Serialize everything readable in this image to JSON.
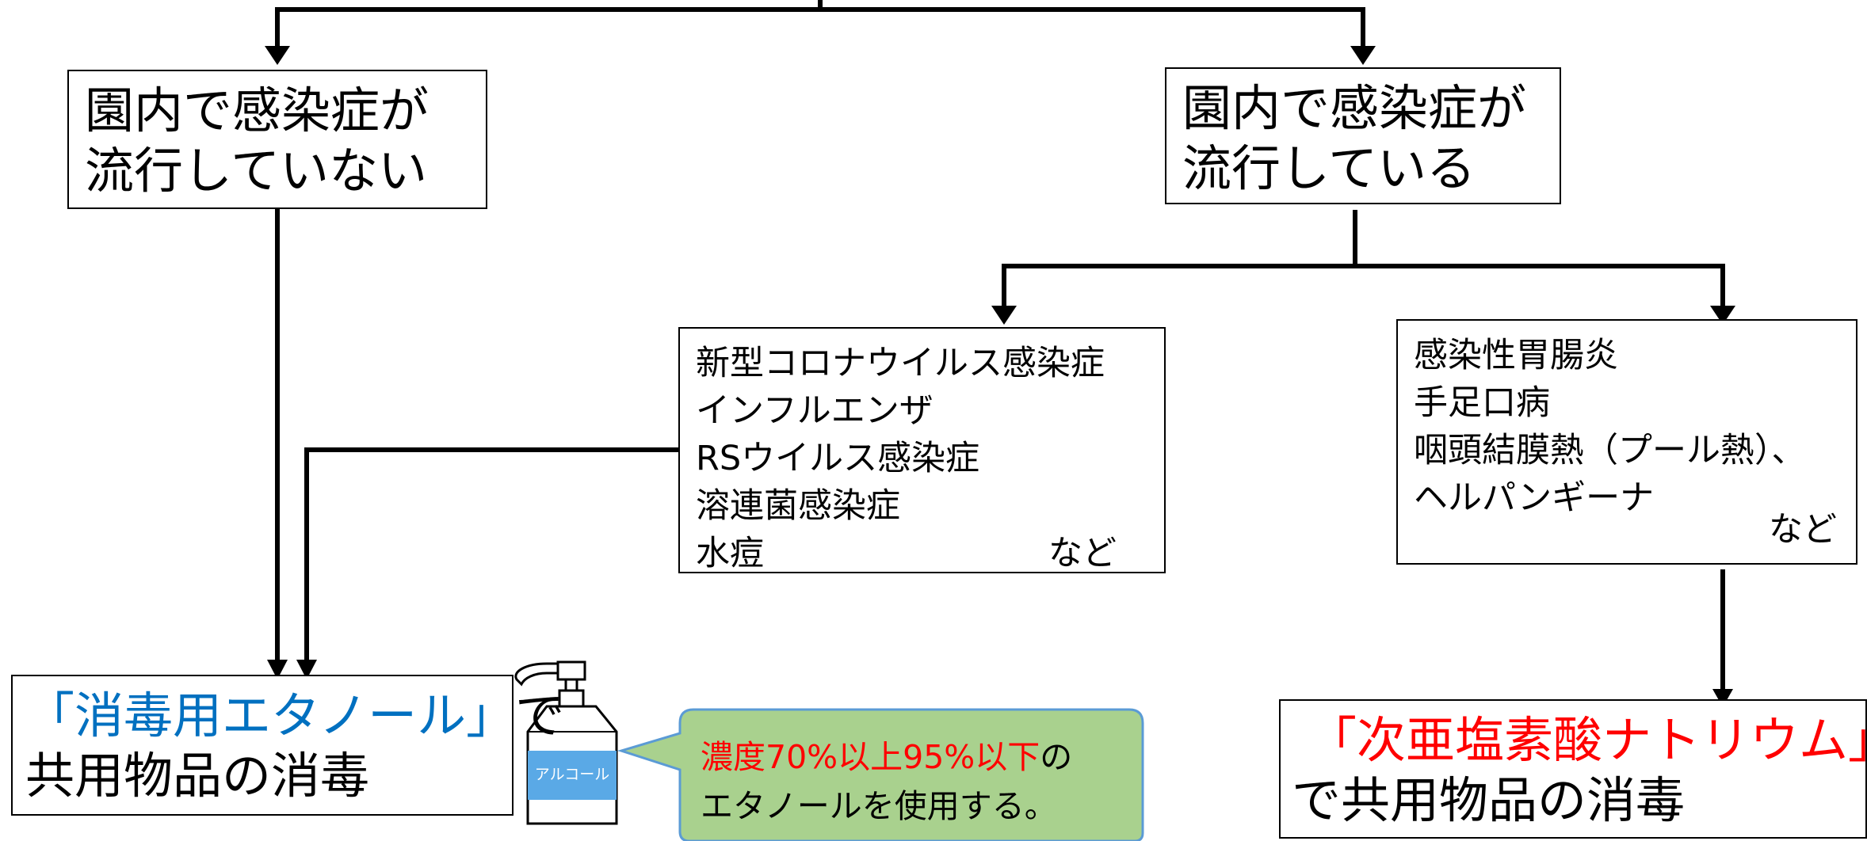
{
  "top_left": {
    "lines": [
      "園内で感染症が",
      "流行していない"
    ]
  },
  "top_right": {
    "lines": [
      "園内で感染症が",
      "流行している"
    ]
  },
  "group_a": {
    "items": [
      "新型コロナウイルス感染症",
      "インフルエンザ",
      "RSウイルス感染症",
      "溶連菌感染症",
      "水痘"
    ],
    "suffix": "など"
  },
  "group_b": {
    "items": [
      "感染性胃腸炎",
      "手足口病",
      "咽頭結膜熱（プール熱）、",
      "ヘルパンギーナ"
    ],
    "suffix": "など"
  },
  "result_ethanol": {
    "highlight": "「消毒用エタノール」",
    "tail": "で",
    "line2": "共用物品の消毒"
  },
  "bottle": {
    "label": "アルコール"
  },
  "note": {
    "highlight": "濃度70%以上95%以下",
    "tail": "の",
    "line2": "エタノールを使用する。"
  },
  "result_hypochlorite": {
    "highlight": "「次亜塩素酸ナトリウム」",
    "line2": "で共用物品の消毒"
  },
  "colors": {
    "blue": "#0070c0",
    "red": "#ff0000",
    "bubble": "#a9d18e",
    "bubble_border": "#5b9bd5"
  }
}
